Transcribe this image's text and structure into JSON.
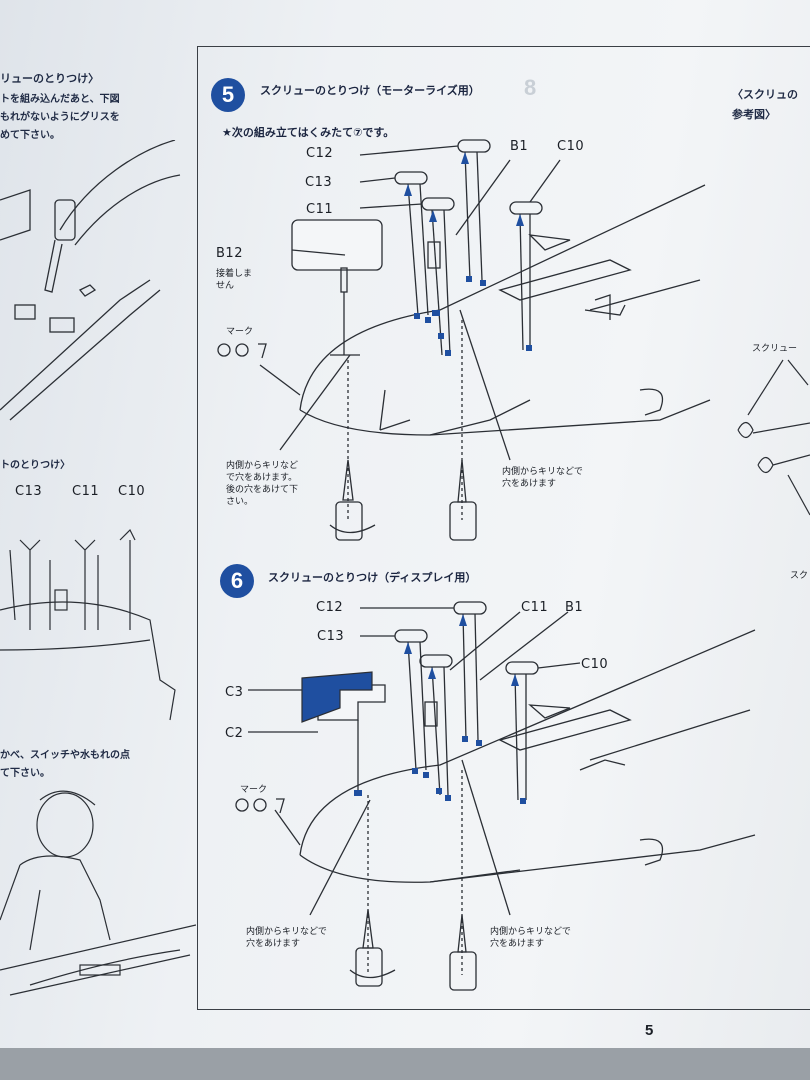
{
  "left_column": {
    "heading": "リューのとりつけ〉",
    "lines": [
      "トを組み込んだあと、下図",
      "もれがないようにグリスを",
      "めて下さい。"
    ],
    "subheading": "トのとりつけ〉",
    "parts": [
      "C13",
      "C11",
      "C10"
    ],
    "bottom_lines": [
      "かべ、スイッチや水もれの点",
      "て下さい。"
    ]
  },
  "right_column": {
    "heading": "〈スクリュの",
    "sub": "参考図〉",
    "label_top": "スクリュー",
    "label_bottom": "スク"
  },
  "step5": {
    "number": "5",
    "title": "スクリューのとりつけ（モーターライズ用）",
    "ghost_number": "8",
    "note": "★次の組み立てはくみたて⑦です。",
    "parts": {
      "c12": "C12",
      "b1": "B1",
      "c10": "C10",
      "c13": "C13",
      "c11": "C11",
      "b12": "B12"
    },
    "b12_note": "接着しま\nせん",
    "mark_label": "マーク",
    "drill_note_left": "内側からキリなど\nで穴をあけます。\n後の穴をあけて下\nさい。",
    "drill_note_right": "内側からキリなどで\n穴をあけます"
  },
  "step6": {
    "number": "6",
    "title": "スクリューのとりつけ（ディスプレイ用）",
    "parts": {
      "c12": "C12",
      "c11": "C11",
      "b1": "B1",
      "c13": "C13",
      "c10": "C10",
      "c3": "C3",
      "c2": "C2"
    },
    "mark_label": "マーク",
    "drill_note_left": "内側からキリなどで\n穴をあけます",
    "drill_note_right": "内側からキリなどで\n穴をあけます"
  },
  "page_number": "5",
  "colors": {
    "accent": "#1f4fa0",
    "ink": "#1b1f26"
  }
}
